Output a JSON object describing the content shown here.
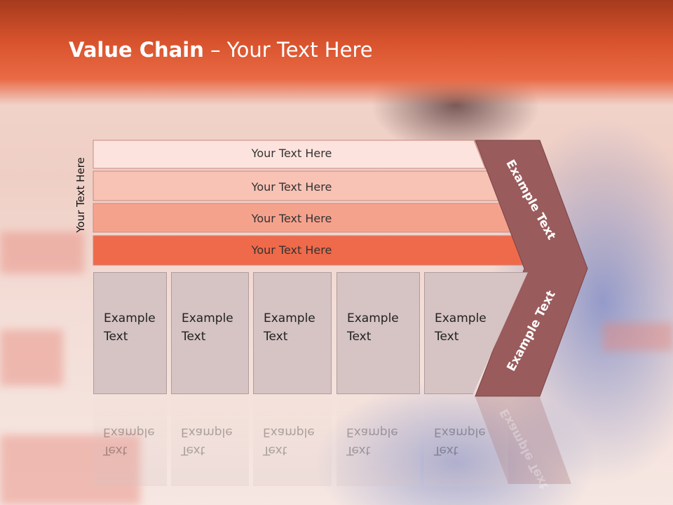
{
  "title": {
    "bold": "Value Chain",
    "rest": " – Your Text Here"
  },
  "vertical_label": "Your Text Here",
  "rows": [
    {
      "label": "Your Text Here",
      "color": "#fde3de"
    },
    {
      "label": "Your Text Here",
      "color": "#f8c2b4"
    },
    {
      "label": "Your Text Here",
      "color": "#f5a28d"
    },
    {
      "label": "Your Text Here",
      "color": "#ef6a4a"
    }
  ],
  "boxes": [
    {
      "line1": "Example",
      "line2": "Text"
    },
    {
      "line1": "Example",
      "line2": "Text"
    },
    {
      "line1": "Example",
      "line2": "Text"
    },
    {
      "line1": "Example",
      "line2": "Text"
    },
    {
      "line1": "Example",
      "line2": "Text"
    }
  ],
  "chevron": {
    "upper": "Example Text",
    "lower": "Example Text",
    "color": "#9a5b5c"
  }
}
